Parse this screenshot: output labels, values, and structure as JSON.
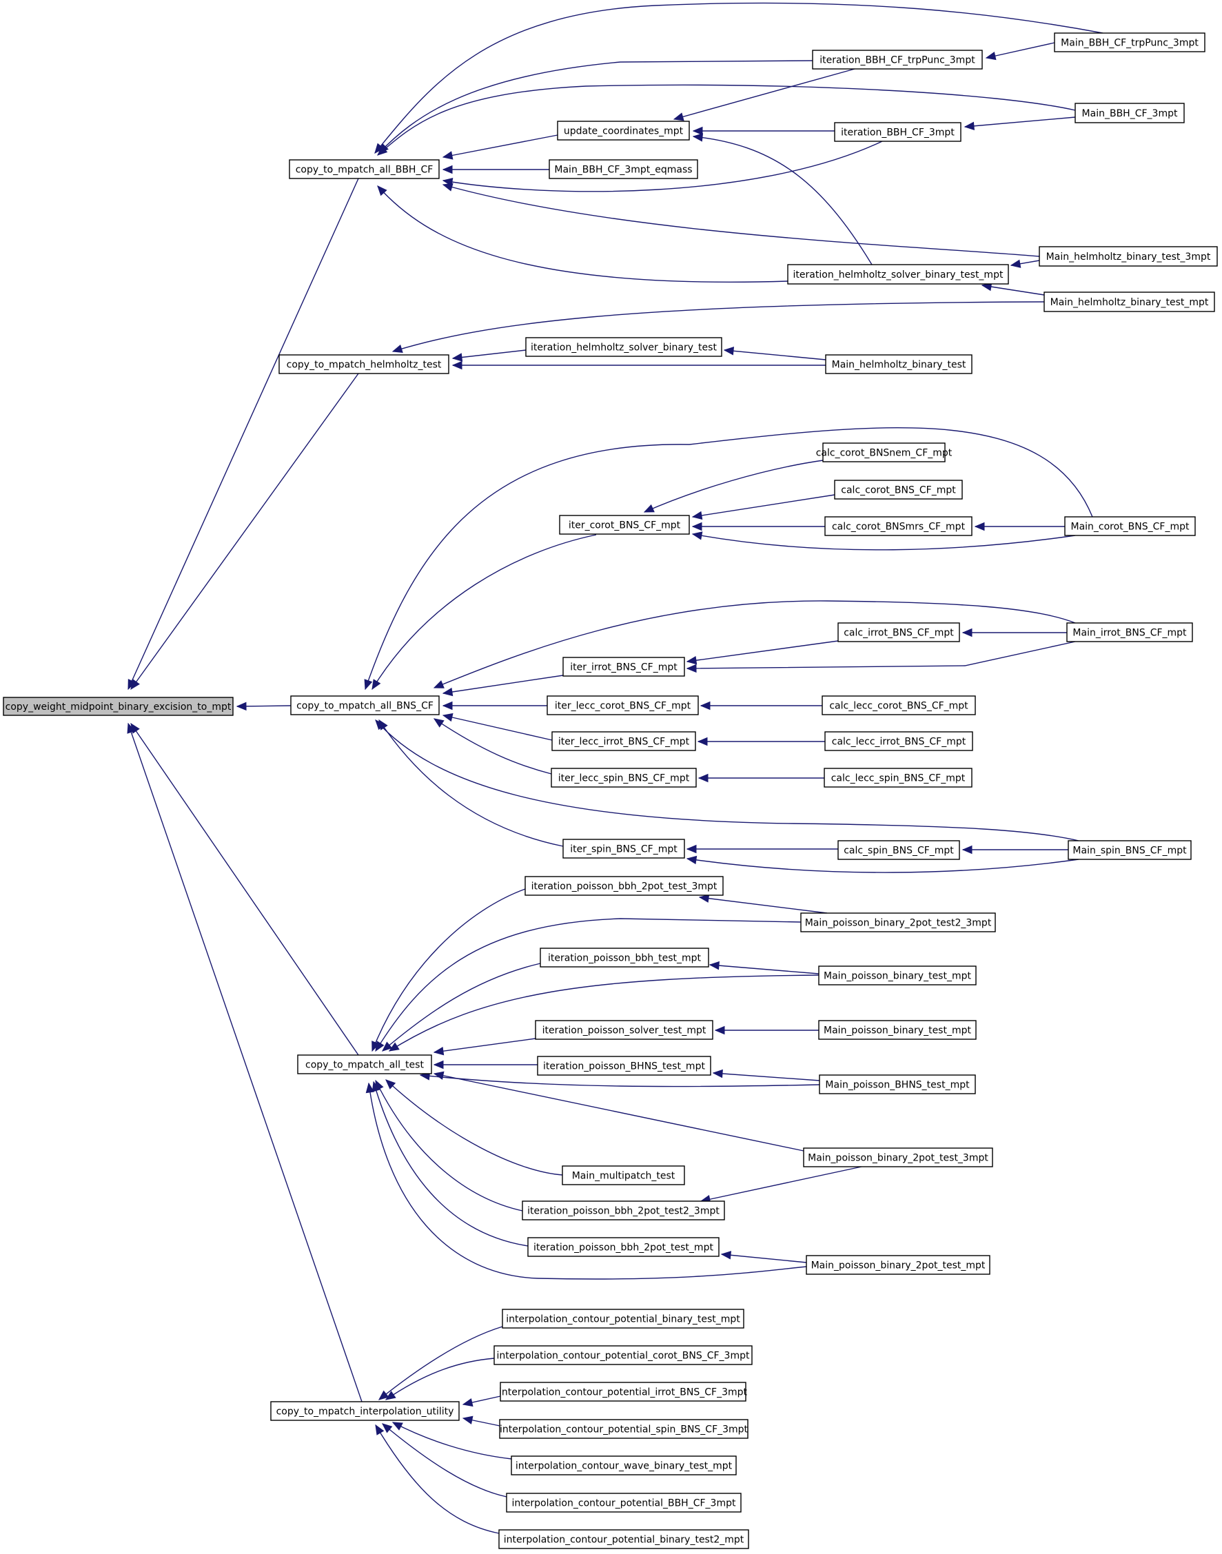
{
  "diagram": {
    "nodes": [
      {
        "id": "root",
        "label": "copy_weight_midpoint_binary_excision_to_mpt",
        "root": true
      },
      {
        "id": "c_bbh",
        "label": "copy_to_mpatch_all_BBH_CF"
      },
      {
        "id": "c_helm",
        "label": "copy_to_mpatch_helmholtz_test"
      },
      {
        "id": "c_bns",
        "label": "copy_to_mpatch_all_BNS_CF"
      },
      {
        "id": "c_test",
        "label": "copy_to_mpatch_all_test"
      },
      {
        "id": "c_interp",
        "label": "copy_to_mpatch_interpolation_utility"
      },
      {
        "id": "upd",
        "label": "update_coordinates_mpt"
      },
      {
        "id": "m_bbh_eq",
        "label": "Main_BBH_CF_3mpt_eqmass"
      },
      {
        "id": "it_bbh_trp",
        "label": "iteration_BBH_CF_trpPunc_3mpt"
      },
      {
        "id": "it_bbh_3",
        "label": "iteration_BBH_CF_3mpt"
      },
      {
        "id": "it_helm_mpt",
        "label": "iteration_helmholtz_solver_binary_test_mpt"
      },
      {
        "id": "m_bbh_trp",
        "label": "Main_BBH_CF_trpPunc_3mpt"
      },
      {
        "id": "m_bbh_3",
        "label": "Main_BBH_CF_3mpt"
      },
      {
        "id": "m_helm_3",
        "label": "Main_helmholtz_binary_test_3mpt"
      },
      {
        "id": "m_helm_mpt",
        "label": "Main_helmholtz_binary_test_mpt"
      },
      {
        "id": "it_helm",
        "label": "iteration_helmholtz_solver_binary_test"
      },
      {
        "id": "m_helm",
        "label": "Main_helmholtz_binary_test"
      },
      {
        "id": "it_corot",
        "label": "iter_corot_BNS_CF_mpt"
      },
      {
        "id": "calc_nem",
        "label": "calc_corot_BNSnem_CF_mpt"
      },
      {
        "id": "calc_corot",
        "label": "calc_corot_BNS_CF_mpt"
      },
      {
        "id": "calc_mrs",
        "label": "calc_corot_BNSmrs_CF_mpt"
      },
      {
        "id": "m_corot",
        "label": "Main_corot_BNS_CF_mpt"
      },
      {
        "id": "it_irrot",
        "label": "iter_irrot_BNS_CF_mpt"
      },
      {
        "id": "calc_irrot",
        "label": "calc_irrot_BNS_CF_mpt"
      },
      {
        "id": "m_irrot",
        "label": "Main_irrot_BNS_CF_mpt"
      },
      {
        "id": "it_lcorot",
        "label": "iter_lecc_corot_BNS_CF_mpt"
      },
      {
        "id": "calc_lcorot",
        "label": "calc_lecc_corot_BNS_CF_mpt"
      },
      {
        "id": "it_lirrot",
        "label": "iter_lecc_irrot_BNS_CF_mpt"
      },
      {
        "id": "calc_lirrot",
        "label": "calc_lecc_irrot_BNS_CF_mpt"
      },
      {
        "id": "it_lspin",
        "label": "iter_lecc_spin_BNS_CF_mpt"
      },
      {
        "id": "calc_lspin",
        "label": "calc_lecc_spin_BNS_CF_mpt"
      },
      {
        "id": "it_spin",
        "label": "iter_spin_BNS_CF_mpt"
      },
      {
        "id": "calc_spin",
        "label": "calc_spin_BNS_CF_mpt"
      },
      {
        "id": "m_spin",
        "label": "Main_spin_BNS_CF_mpt"
      },
      {
        "id": "it_pb2_3",
        "label": "iteration_poisson_bbh_2pot_test_3mpt"
      },
      {
        "id": "m_pb2t2_3",
        "label": "Main_poisson_binary_2pot_test2_3mpt"
      },
      {
        "id": "it_pbt",
        "label": "iteration_poisson_bbh_test_mpt"
      },
      {
        "id": "m_pbt1",
        "label": "Main_poisson_binary_test_mpt"
      },
      {
        "id": "it_pst",
        "label": "iteration_poisson_solver_test_mpt"
      },
      {
        "id": "m_pbt2",
        "label": "Main_poisson_binary_test_mpt"
      },
      {
        "id": "it_pbhns",
        "label": "iteration_poisson_BHNS_test_mpt"
      },
      {
        "id": "m_pbhns",
        "label": "Main_poisson_BHNS_test_mpt"
      },
      {
        "id": "m_pb2_3",
        "label": "Main_poisson_binary_2pot_test_3mpt"
      },
      {
        "id": "m_multi",
        "label": "Main_multipatch_test"
      },
      {
        "id": "it_pb2t2_3",
        "label": "iteration_poisson_bbh_2pot_test2_3mpt"
      },
      {
        "id": "it_pb2",
        "label": "iteration_poisson_bbh_2pot_test_mpt"
      },
      {
        "id": "m_pb2",
        "label": "Main_poisson_binary_2pot_test_mpt"
      },
      {
        "id": "ip1",
        "label": "interpolation_contour_potential_binary_test_mpt"
      },
      {
        "id": "ip2",
        "label": "interpolation_contour_potential_corot_BNS_CF_3mpt"
      },
      {
        "id": "ip3",
        "label": "interpolation_contour_potential_irrot_BNS_CF_3mpt"
      },
      {
        "id": "ip4",
        "label": "interpolation_contour_potential_spin_BNS_CF_3mpt"
      },
      {
        "id": "ip5",
        "label": "interpolation_contour_wave_binary_test_mpt"
      },
      {
        "id": "ip6",
        "label": "interpolation_contour_potential_BBH_CF_3mpt"
      },
      {
        "id": "ip7",
        "label": "interpolation_contour_potential_binary_test2_mpt"
      }
    ],
    "edges": [
      [
        "root",
        "c_bbh"
      ],
      [
        "root",
        "c_helm"
      ],
      [
        "root",
        "c_bns"
      ],
      [
        "root",
        "c_test"
      ],
      [
        "root",
        "c_interp"
      ],
      [
        "c_bbh",
        "m_bbh_trp"
      ],
      [
        "c_bbh",
        "it_bbh_trp"
      ],
      [
        "c_bbh",
        "m_bbh_3"
      ],
      [
        "c_bbh",
        "upd"
      ],
      [
        "c_bbh",
        "m_bbh_eq"
      ],
      [
        "c_bbh",
        "it_bbh_3"
      ],
      [
        "c_bbh",
        "m_helm_3"
      ],
      [
        "c_bbh",
        "it_helm_mpt"
      ],
      [
        "upd",
        "it_bbh_trp"
      ],
      [
        "upd",
        "it_bbh_3"
      ],
      [
        "upd",
        "it_helm_mpt"
      ],
      [
        "it_bbh_trp",
        "m_bbh_trp"
      ],
      [
        "it_bbh_3",
        "m_bbh_3"
      ],
      [
        "it_helm_mpt",
        "m_helm_3"
      ],
      [
        "it_helm_mpt",
        "m_helm_mpt"
      ],
      [
        "c_helm",
        "m_helm_mpt"
      ],
      [
        "c_helm",
        "it_helm"
      ],
      [
        "c_helm",
        "m_helm"
      ],
      [
        "it_helm",
        "m_helm"
      ],
      [
        "c_bns",
        "m_corot"
      ],
      [
        "c_bns",
        "it_corot"
      ],
      [
        "c_bns",
        "m_irrot"
      ],
      [
        "c_bns",
        "it_irrot"
      ],
      [
        "c_bns",
        "it_lcorot"
      ],
      [
        "c_bns",
        "it_lirrot"
      ],
      [
        "c_bns",
        "it_lspin"
      ],
      [
        "c_bns",
        "m_spin"
      ],
      [
        "c_bns",
        "it_spin"
      ],
      [
        "it_corot",
        "calc_nem"
      ],
      [
        "it_corot",
        "calc_corot"
      ],
      [
        "it_corot",
        "calc_mrs"
      ],
      [
        "it_corot",
        "m_corot"
      ],
      [
        "calc_mrs",
        "m_corot"
      ],
      [
        "it_irrot",
        "calc_irrot"
      ],
      [
        "it_irrot",
        "m_irrot"
      ],
      [
        "calc_irrot",
        "m_irrot"
      ],
      [
        "it_lcorot",
        "calc_lcorot"
      ],
      [
        "it_lirrot",
        "calc_lirrot"
      ],
      [
        "it_lspin",
        "calc_lspin"
      ],
      [
        "it_spin",
        "calc_spin"
      ],
      [
        "it_spin",
        "m_spin"
      ],
      [
        "calc_spin",
        "m_spin"
      ],
      [
        "c_test",
        "it_pb2_3"
      ],
      [
        "c_test",
        "m_pb2t2_3"
      ],
      [
        "c_test",
        "it_pbt"
      ],
      [
        "c_test",
        "m_pbt1"
      ],
      [
        "c_test",
        "it_pst"
      ],
      [
        "c_test",
        "it_pbhns"
      ],
      [
        "c_test",
        "m_pbhns"
      ],
      [
        "c_test",
        "m_pb2_3"
      ],
      [
        "c_test",
        "m_multi"
      ],
      [
        "c_test",
        "it_pb2t2_3"
      ],
      [
        "c_test",
        "it_pb2"
      ],
      [
        "c_test",
        "m_pb2"
      ],
      [
        "it_pb2_3",
        "m_pb2t2_3"
      ],
      [
        "it_pbt",
        "m_pbt1"
      ],
      [
        "it_pst",
        "m_pbt2"
      ],
      [
        "it_pbhns",
        "m_pbhns"
      ],
      [
        "it_pb2t2_3",
        "m_pb2_3"
      ],
      [
        "it_pb2",
        "m_pb2"
      ],
      [
        "c_interp",
        "ip1"
      ],
      [
        "c_interp",
        "ip2"
      ],
      [
        "c_interp",
        "ip3"
      ],
      [
        "c_interp",
        "ip4"
      ],
      [
        "c_interp",
        "ip5"
      ],
      [
        "c_interp",
        "ip6"
      ],
      [
        "c_interp",
        "ip7"
      ]
    ]
  }
}
